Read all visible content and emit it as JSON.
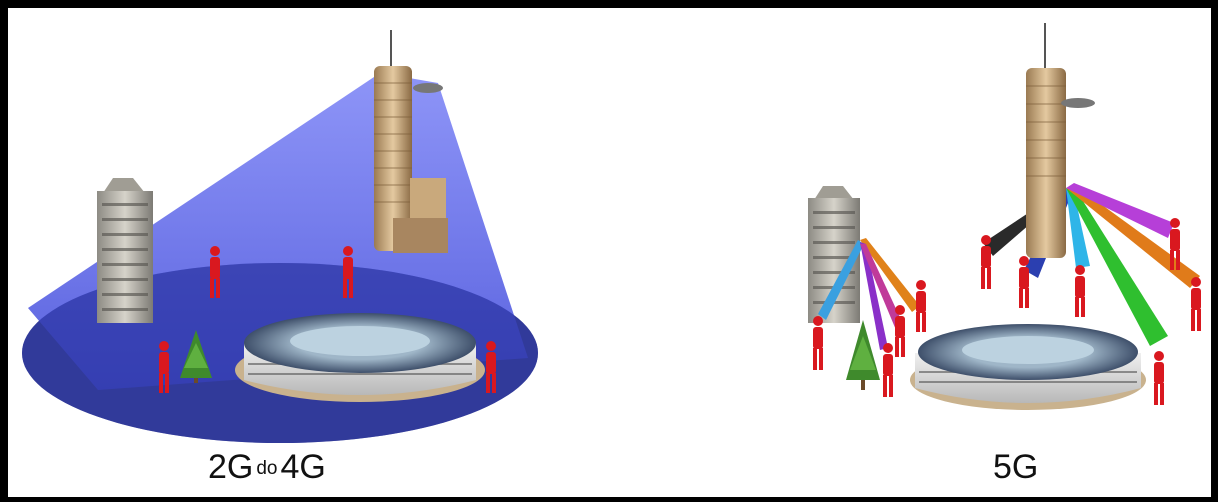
{
  "captions": {
    "left": {
      "prefix": "2G",
      "connector": "do",
      "suffix": "4G"
    },
    "right": "5G"
  },
  "colors": {
    "coverage_dark": "#323a9a",
    "coverage_light": "#4d58f0",
    "person": "#d9181f",
    "beams": [
      "#2a2a2a",
      "#2b3fb0",
      "#2fb5e8",
      "#2fbf2f",
      "#e07b1a",
      "#b63fd8",
      "#3aa0e0",
      "#e0821a",
      "#8a30c8",
      "#c03a9a"
    ]
  }
}
